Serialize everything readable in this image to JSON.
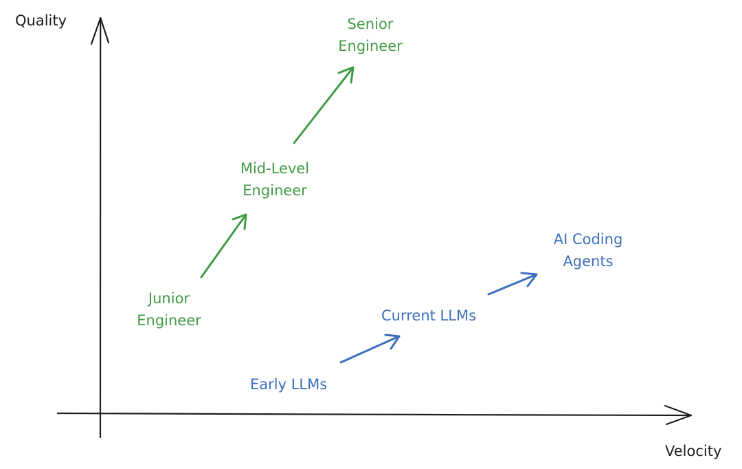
{
  "axes": {
    "y_label": "Quality",
    "x_label": "Velocity"
  },
  "colors": {
    "axis": "#1e1e1e",
    "engineers": "#3f9b44",
    "ai": "#3b6fbd"
  },
  "engineers": {
    "junior": [
      "Junior",
      "Engineer"
    ],
    "mid": [
      "Mid-Level",
      "Engineer"
    ],
    "senior": [
      "Senior",
      "Engineer"
    ]
  },
  "ai": {
    "early": "Early LLMs",
    "current": "Current LLMs",
    "agents": [
      "AI Coding",
      "Agents"
    ]
  }
}
